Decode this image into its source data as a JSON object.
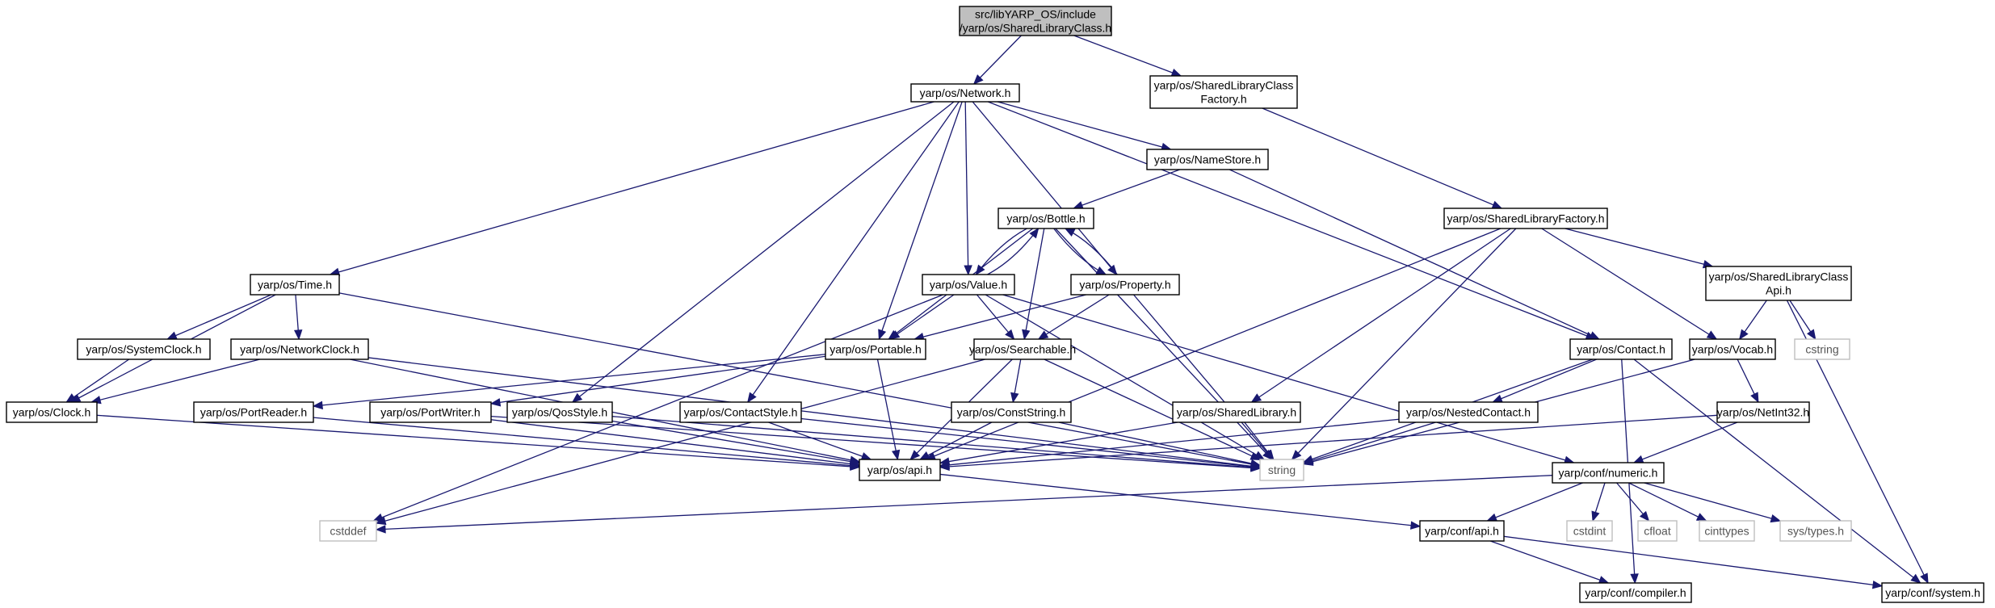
{
  "nodes": [
    {
      "id": "root",
      "lines": [
        "src/libYARP_OS/include",
        "/yarp/os/SharedLibraryClass.h"
      ],
      "root": true
    },
    {
      "id": "network",
      "lines": [
        "yarp/os/Network.h"
      ]
    },
    {
      "id": "slcfactory",
      "lines": [
        "yarp/os/SharedLibraryClass",
        "Factory.h"
      ]
    },
    {
      "id": "namestore",
      "lines": [
        "yarp/os/NameStore.h"
      ]
    },
    {
      "id": "slfactory",
      "lines": [
        "yarp/os/SharedLibraryFactory.h"
      ]
    },
    {
      "id": "bottle",
      "lines": [
        "yarp/os/Bottle.h"
      ]
    },
    {
      "id": "time",
      "lines": [
        "yarp/os/Time.h"
      ]
    },
    {
      "id": "value",
      "lines": [
        "yarp/os/Value.h"
      ]
    },
    {
      "id": "property",
      "lines": [
        "yarp/os/Property.h"
      ]
    },
    {
      "id": "slcapi",
      "lines": [
        "yarp/os/SharedLibraryClass",
        "Api.h"
      ]
    },
    {
      "id": "systemclock",
      "lines": [
        "yarp/os/SystemClock.h"
      ]
    },
    {
      "id": "networkclock",
      "lines": [
        "yarp/os/NetworkClock.h"
      ]
    },
    {
      "id": "portable",
      "lines": [
        "yarp/os/Portable.h"
      ]
    },
    {
      "id": "searchable",
      "lines": [
        "yarp/os/Searchable.h"
      ]
    },
    {
      "id": "contact",
      "lines": [
        "yarp/os/Contact.h"
      ]
    },
    {
      "id": "vocab",
      "lines": [
        "yarp/os/Vocab.h"
      ]
    },
    {
      "id": "cstring",
      "lines": [
        "cstring"
      ],
      "sys": true
    },
    {
      "id": "clock",
      "lines": [
        "yarp/os/Clock.h"
      ]
    },
    {
      "id": "portreader",
      "lines": [
        "yarp/os/PortReader.h"
      ]
    },
    {
      "id": "portwriter",
      "lines": [
        "yarp/os/PortWriter.h"
      ]
    },
    {
      "id": "qosstyle",
      "lines": [
        "yarp/os/QosStyle.h"
      ]
    },
    {
      "id": "contactstyle",
      "lines": [
        "yarp/os/ContactStyle.h"
      ]
    },
    {
      "id": "conststring",
      "lines": [
        "yarp/os/ConstString.h"
      ]
    },
    {
      "id": "sharedlibrary",
      "lines": [
        "yarp/os/SharedLibrary.h"
      ]
    },
    {
      "id": "nestedcontact",
      "lines": [
        "yarp/os/NestedContact.h"
      ]
    },
    {
      "id": "netint32",
      "lines": [
        "yarp/os/NetInt32.h"
      ]
    },
    {
      "id": "osapi",
      "lines": [
        "yarp/os/api.h"
      ]
    },
    {
      "id": "string",
      "lines": [
        "string"
      ],
      "sys": true
    },
    {
      "id": "numeric",
      "lines": [
        "yarp/conf/numeric.h"
      ]
    },
    {
      "id": "cstddef",
      "lines": [
        "cstddef"
      ],
      "sys": true
    },
    {
      "id": "confapi",
      "lines": [
        "yarp/conf/api.h"
      ]
    },
    {
      "id": "cstdint",
      "lines": [
        "cstdint"
      ],
      "sys": true
    },
    {
      "id": "cfloat",
      "lines": [
        "cfloat"
      ],
      "sys": true
    },
    {
      "id": "cinttypes",
      "lines": [
        "cinttypes"
      ],
      "sys": true
    },
    {
      "id": "systypes",
      "lines": [
        "sys/types.h"
      ],
      "sys": true
    },
    {
      "id": "compiler",
      "lines": [
        "yarp/conf/compiler.h"
      ]
    },
    {
      "id": "system",
      "lines": [
        "yarp/conf/system.h"
      ]
    }
  ],
  "edges": [
    [
      "root",
      "network"
    ],
    [
      "root",
      "slcfactory"
    ],
    [
      "network",
      "time"
    ],
    [
      "network",
      "portable"
    ],
    [
      "network",
      "value"
    ],
    [
      "network",
      "qosstyle"
    ],
    [
      "network",
      "contactstyle"
    ],
    [
      "network",
      "namestore"
    ],
    [
      "network",
      "property"
    ],
    [
      "network",
      "contact"
    ],
    [
      "slcfactory",
      "slfactory"
    ],
    [
      "namestore",
      "bottle"
    ],
    [
      "namestore",
      "contact"
    ],
    [
      "slfactory",
      "osapi"
    ],
    [
      "slfactory",
      "sharedlibrary"
    ],
    [
      "slfactory",
      "slcapi"
    ],
    [
      "slfactory",
      "vocab"
    ],
    [
      "slfactory",
      "string"
    ],
    [
      "bottle",
      "value"
    ],
    [
      "bottle",
      "property"
    ],
    [
      "bottle",
      "portable"
    ],
    [
      "bottle",
      "searchable"
    ],
    [
      "bottle",
      "string"
    ],
    [
      "value",
      "bottle"
    ],
    [
      "value",
      "portable"
    ],
    [
      "value",
      "searchable"
    ],
    [
      "value",
      "cstddef"
    ],
    [
      "value",
      "string"
    ],
    [
      "value",
      "numeric"
    ],
    [
      "property",
      "bottle"
    ],
    [
      "property",
      "portable"
    ],
    [
      "property",
      "searchable"
    ],
    [
      "property",
      "string"
    ],
    [
      "time",
      "systemclock"
    ],
    [
      "time",
      "networkclock"
    ],
    [
      "time",
      "clock"
    ],
    [
      "time",
      "string"
    ],
    [
      "slcapi",
      "vocab"
    ],
    [
      "slcapi",
      "cstring"
    ],
    [
      "slcapi",
      "system"
    ],
    [
      "systemclock",
      "clock"
    ],
    [
      "networkclock",
      "clock"
    ],
    [
      "networkclock",
      "osapi"
    ],
    [
      "networkclock",
      "string"
    ],
    [
      "portable",
      "portreader"
    ],
    [
      "portable",
      "portwriter"
    ],
    [
      "portable",
      "osapi"
    ],
    [
      "searchable",
      "conststring"
    ],
    [
      "searchable",
      "osapi"
    ],
    [
      "searchable",
      "cstddef"
    ],
    [
      "searchable",
      "string"
    ],
    [
      "contact",
      "nestedcontact"
    ],
    [
      "contact",
      "string"
    ],
    [
      "contact",
      "system"
    ],
    [
      "contact",
      "compiler"
    ],
    [
      "vocab",
      "netint32"
    ],
    [
      "vocab",
      "string"
    ],
    [
      "clock",
      "osapi"
    ],
    [
      "portreader",
      "osapi"
    ],
    [
      "portwriter",
      "osapi"
    ],
    [
      "portwriter",
      "string"
    ],
    [
      "qosstyle",
      "osapi"
    ],
    [
      "qosstyle",
      "string"
    ],
    [
      "contactstyle",
      "osapi"
    ],
    [
      "contactstyle",
      "string"
    ],
    [
      "conststring",
      "osapi"
    ],
    [
      "conststring",
      "string"
    ],
    [
      "sharedlibrary",
      "osapi"
    ],
    [
      "sharedlibrary",
      "string"
    ],
    [
      "nestedcontact",
      "osapi"
    ],
    [
      "nestedcontact",
      "string"
    ],
    [
      "netint32",
      "numeric"
    ],
    [
      "netint32",
      "osapi"
    ],
    [
      "osapi",
      "confapi"
    ],
    [
      "numeric",
      "confapi"
    ],
    [
      "numeric",
      "cstddef"
    ],
    [
      "numeric",
      "cstdint"
    ],
    [
      "numeric",
      "cfloat"
    ],
    [
      "numeric",
      "cinttypes"
    ],
    [
      "numeric",
      "systypes"
    ],
    [
      "confapi",
      "compiler"
    ],
    [
      "confapi",
      "system"
    ]
  ]
}
